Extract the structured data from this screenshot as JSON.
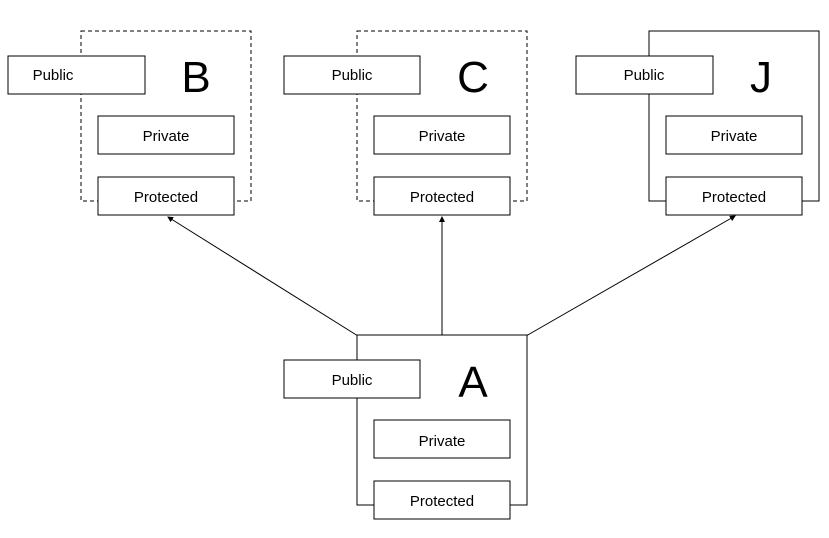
{
  "classes": [
    {
      "id": "B",
      "name": "B",
      "border": "dashed",
      "public": "Public",
      "private": "Private",
      "protected": "Protected"
    },
    {
      "id": "C",
      "name": "C",
      "border": "dashed",
      "public": "Public",
      "private": "Private",
      "protected": "Protected"
    },
    {
      "id": "J",
      "name": "J",
      "border": "solid",
      "public": "Public",
      "private": "Private",
      "protected": "Protected"
    },
    {
      "id": "A",
      "name": "A",
      "border": "solid",
      "public": "Public",
      "private": "Private",
      "protected": "Protected"
    }
  ],
  "edges": [
    {
      "from": "A",
      "to": "B"
    },
    {
      "from": "A",
      "to": "C"
    },
    {
      "from": "A",
      "to": "J"
    }
  ]
}
